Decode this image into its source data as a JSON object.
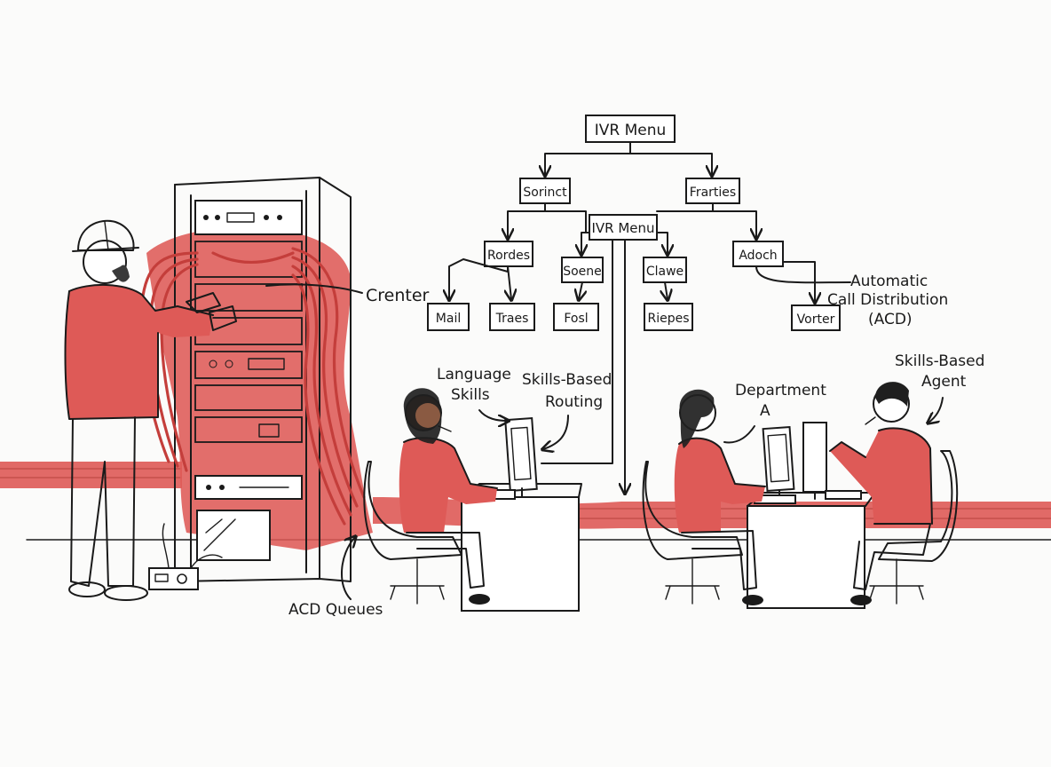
{
  "tree": {
    "root": "IVR Menu",
    "level1_left": "Sorinct",
    "level1_right": "Frarties",
    "mid": "IVR Menu",
    "level2": [
      "Rordes",
      "Soene",
      "Clawe",
      "Adoch"
    ],
    "leaves": [
      "Mail",
      "Traes",
      "Fosl",
      "Riepes",
      "Vorter"
    ]
  },
  "labels": {
    "center": "Crenter",
    "acd_line1": "Automatic",
    "acd_line2": "Call Distribution",
    "acd_line3": "(ACD)",
    "language_line1": "Language",
    "language_line2": "Skills",
    "skills_routing_line1": "Skills-Based",
    "skills_routing_line2": "Routing",
    "department_line1": "Department",
    "department_line2": "A",
    "skills_agent_line1": "Skills-Based",
    "skills_agent_line2": "Agent",
    "acd_queues": "ACD Queues"
  },
  "colors": {
    "accent": "#de5a57",
    "ink": "#1a1a1a",
    "paper": "#fbfbfa"
  }
}
